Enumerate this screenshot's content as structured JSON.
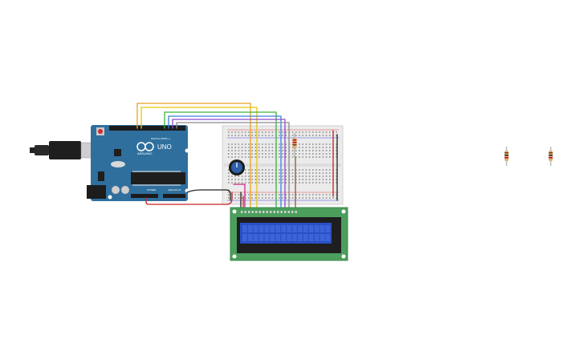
{
  "arduino": {
    "brand": "ARDUINO",
    "model": "UNO",
    "digital_label": "DIGITAL (PWM ~)",
    "power_label": "POWER",
    "analog_label": "ANALOG IN"
  },
  "colors": {
    "board_blue": "#2f6f9e",
    "breadboard": "#ebebeb",
    "lcd_pcb": "#4c9e5c",
    "lcd_screen": "#2b4fc4",
    "wire_orange": "#e8a020",
    "wire_yellow": "#e8c800",
    "wire_green": "#3bb33b",
    "wire_blue": "#3b7fe0",
    "wire_purple": "#8a4bd0",
    "wire_gray": "#8a8a8a",
    "wire_red": "#cc2222",
    "wire_black": "#222222",
    "wire_brown": "#8b5a2b",
    "wire_pink": "#cc2288"
  },
  "components": {
    "microcontroller": "arduino-uno",
    "breadboard": "half-size-breadboard",
    "display": "lcd-16x2",
    "potentiometer": "potentiometer",
    "resistors": 3
  }
}
